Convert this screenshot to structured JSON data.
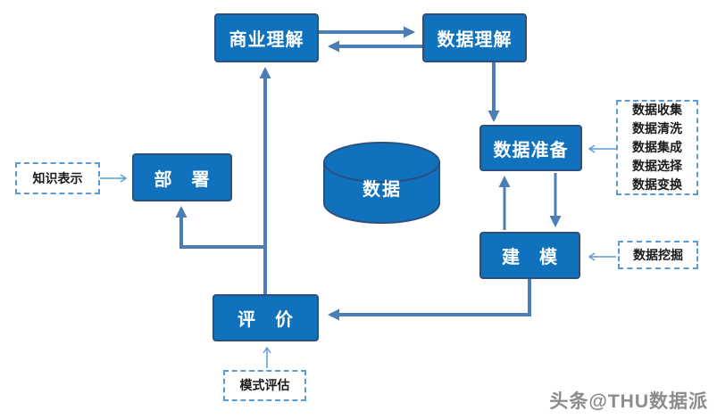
{
  "colors": {
    "node_fill": "#1072BC",
    "node_border": "#2B5080",
    "edge_thick": "#4A7EB5",
    "edge_thin": "#5B9BD5",
    "watermark": "#8C8C8C"
  },
  "diagram": {
    "nodes": {
      "business_understanding": {
        "label": "商业理解"
      },
      "data_understanding": {
        "label": "数据理解"
      },
      "data_preparation": {
        "label": "数据准备"
      },
      "modeling": {
        "label": "建　模"
      },
      "evaluation": {
        "label": "评　价"
      },
      "deployment": {
        "label": "部　署"
      },
      "data_store": {
        "label": "数据"
      }
    },
    "annotations": {
      "knowledge_representation": {
        "label": "知识表示"
      },
      "data_prep_steps": {
        "lines": [
          "数据收集",
          "数据清洗",
          "数据集成",
          "数据选择",
          "数据变换"
        ]
      },
      "data_mining": {
        "label": "数据挖掘"
      },
      "pattern_evaluation": {
        "label": "模式评估"
      }
    },
    "edges": [
      {
        "from": "business_understanding",
        "to": "data_understanding",
        "style": "thick"
      },
      {
        "from": "data_understanding",
        "to": "business_understanding",
        "style": "thick"
      },
      {
        "from": "data_understanding",
        "to": "data_preparation",
        "style": "thick"
      },
      {
        "from": "modeling",
        "to": "data_preparation",
        "style": "thick"
      },
      {
        "from": "data_preparation",
        "to": "modeling",
        "style": "thick"
      },
      {
        "from": "modeling",
        "to": "evaluation",
        "style": "thick"
      },
      {
        "from": "evaluation",
        "to": "business_understanding",
        "style": "thick"
      },
      {
        "from": "evaluation",
        "to": "deployment",
        "style": "thick"
      },
      {
        "from": "knowledge_representation",
        "to": "deployment",
        "style": "thin"
      },
      {
        "from": "data_prep_steps",
        "to": "data_preparation",
        "style": "thin"
      },
      {
        "from": "data_mining",
        "to": "modeling",
        "style": "thin"
      },
      {
        "from": "pattern_evaluation",
        "to": "evaluation",
        "style": "thin"
      }
    ]
  },
  "watermark": {
    "text": "头条@THU数据派"
  }
}
